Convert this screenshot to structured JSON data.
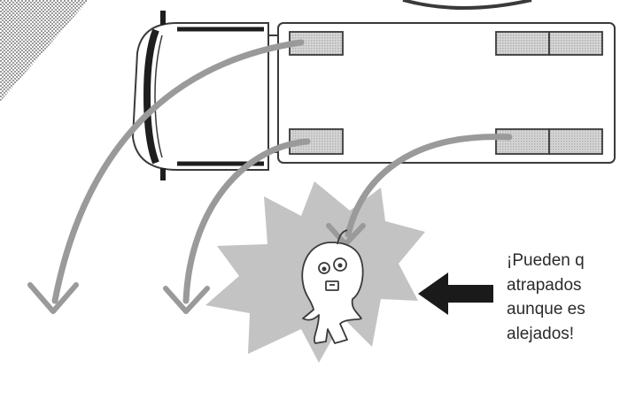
{
  "caption": {
    "line1": "¡Pueden q",
    "line2": "atrapados",
    "line3": "aunque es",
    "line4": "alejados!"
  },
  "colors": {
    "arrow_gray": "#9a9a9a",
    "burst_gray": "#c3c3c3",
    "wheel_gray": "#cfcfcf",
    "outline": "#3a3a3a",
    "pointer": "#1a1a1a"
  },
  "icons": [
    "truck-top-view",
    "swing-path-arrow",
    "danger-burst",
    "child-figure",
    "pointer-arrow"
  ]
}
